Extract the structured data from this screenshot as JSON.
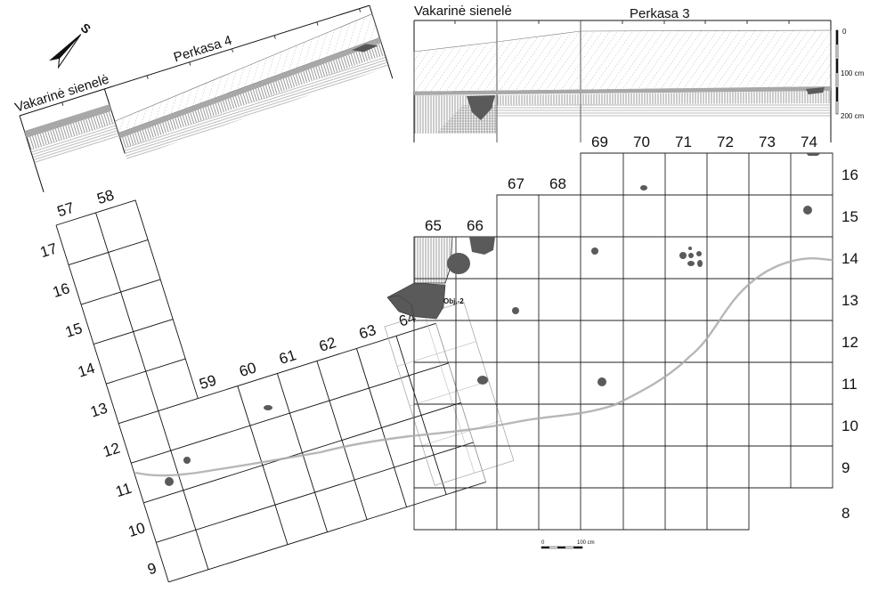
{
  "section_left": {
    "wall_label": "Vakarinė sienelė",
    "trench_label": "Perkasa 4"
  },
  "section_right": {
    "wall_label": "Vakarinė sienelė",
    "trench_label": "Perkasa 3",
    "depth_scale": [
      "0",
      "100 cm",
      "200 cm"
    ]
  },
  "north_arrow": {
    "label": "S"
  },
  "rotated_grid": {
    "columns": [
      "57",
      "58",
      "59",
      "60",
      "61",
      "62",
      "63",
      "64"
    ],
    "rows": [
      "17",
      "16",
      "15",
      "14",
      "13",
      "12",
      "11",
      "10",
      "9"
    ]
  },
  "main_grid": {
    "columns": [
      "65",
      "66",
      "67",
      "68",
      "69",
      "70",
      "71",
      "72",
      "73",
      "74"
    ],
    "rows": [
      "16",
      "15",
      "14",
      "13",
      "12",
      "11",
      "10",
      "9",
      "8"
    ]
  },
  "feature_label": "Obj.-2",
  "scale_bar": {
    "start": "0",
    "end": "100 cm"
  },
  "colors": {
    "feature_fill": "#5a5a5a",
    "line": "#111111",
    "contour": "#9a9a9a",
    "layer_gray": "#a8a8a8"
  }
}
